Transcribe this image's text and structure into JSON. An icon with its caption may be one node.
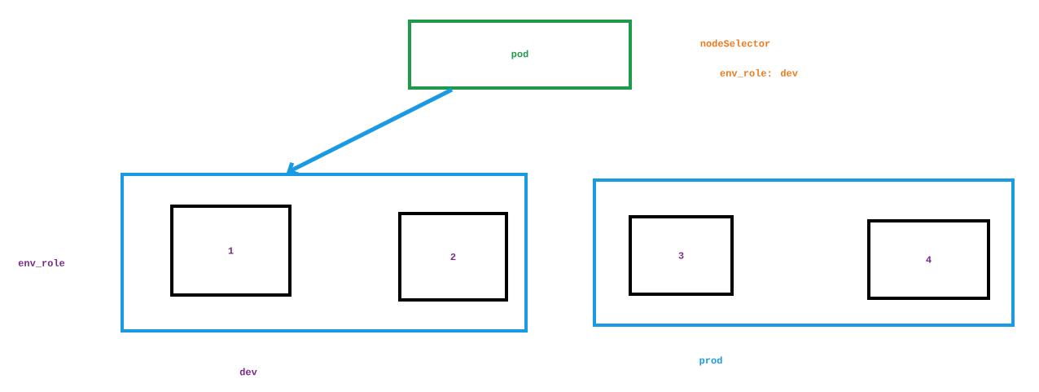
{
  "diagram": {
    "nodes": [
      {
        "text": [
          "pod"
        ]
      },
      {
        "text": [
          "dev"
        ]
      },
      {
        "text": [
          "1"
        ],
        "in": 1
      },
      {
        "text": [
          "2"
        ],
        "in": 1
      },
      {
        "text": [
          "prod"
        ]
      },
      {
        "text": [
          "3"
        ],
        "in": 4
      },
      {
        "text": [
          "4"
        ],
        "in": 4
      }
    ],
    "edges": [
      {
        "from": 0,
        "to": 1,
        "arrow": "to"
      }
    ],
    "labels": [
      "nodeSelector",
      "env_role: dev",
      "env_role"
    ]
  }
}
